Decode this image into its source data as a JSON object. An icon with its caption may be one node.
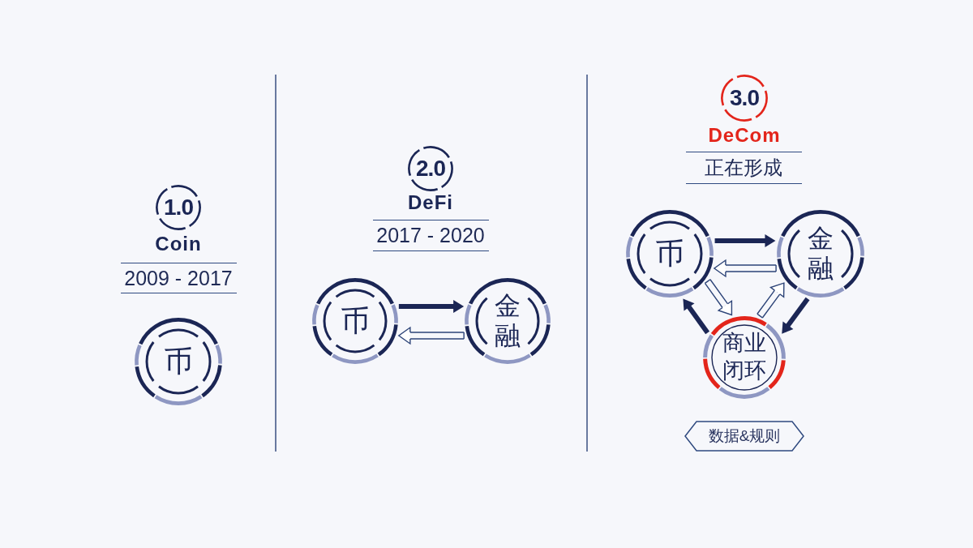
{
  "diagram": {
    "nodes": [
      {
        "text": [
          "1.0"
        ],
        "beside": [
          "Coin"
        ]
      },
      {
        "text": [
          "币"
        ]
      },
      {
        "text": [
          "2.0"
        ],
        "beside": [
          "DeFi"
        ]
      },
      {
        "text": [
          "币"
        ]
      },
      {
        "text": [
          "金融"
        ]
      },
      {
        "text": [
          "3.0"
        ],
        "beside": [
          "DeCom"
        ]
      },
      {
        "text": [
          "币"
        ]
      },
      {
        "text": [
          "金融"
        ]
      },
      {
        "text": [
          "商业闭环"
        ]
      },
      {
        "text": [
          "数据&规则"
        ]
      }
    ],
    "edges": [
      {
        "from": 3,
        "to": 4,
        "arrow": "to",
        "style": "thick"
      },
      {
        "from": 4,
        "to": 3,
        "arrow": "to"
      },
      {
        "from": 6,
        "to": 7,
        "arrow": "to",
        "style": "thick"
      },
      {
        "from": 7,
        "to": 6,
        "arrow": "to"
      },
      {
        "from": 6,
        "to": 8,
        "arrow": "to"
      },
      {
        "from": 8,
        "to": 7,
        "arrow": "to"
      },
      {
        "from": 7,
        "to": 8,
        "arrow": "to",
        "style": "thick"
      },
      {
        "from": 8,
        "to": 6,
        "arrow": "to",
        "style": "thick"
      }
    ],
    "labels": [
      "2009 - 2017",
      "2017 - 2020",
      "正在形成"
    ]
  }
}
